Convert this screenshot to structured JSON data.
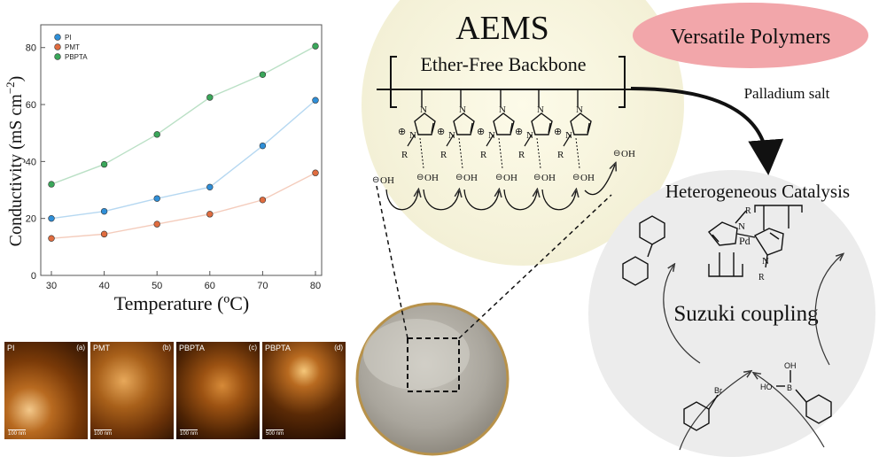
{
  "header": {
    "aems_title": "AEMS",
    "versatile_label": "Versatile Polymers",
    "backbone_label": "Ether-Free Backbone",
    "palladium_label": "Palladium salt",
    "catalysis_label": "Heterogeneous Catalysis",
    "suzuki_label": "Suzuki coupling"
  },
  "chem": {
    "n": "N",
    "r": "R",
    "oh": "OH",
    "pd": "Pd",
    "br": "Br",
    "b": "B",
    "ho": "HO",
    "plus": "⊕",
    "minus": "⊖"
  },
  "colors": {
    "pi": "#2f8fd8",
    "pmt": "#e06c3f",
    "pbpta": "#3aa75a",
    "versatile_fill": "#f2a6aa"
  },
  "chart_data": {
    "type": "line",
    "x": [
      30,
      40,
      50,
      60,
      70,
      80
    ],
    "series": [
      {
        "name": "PI",
        "values": [
          20,
          22.5,
          27,
          31,
          45.5,
          61.5
        ]
      },
      {
        "name": "PMT",
        "values": [
          13,
          14.5,
          18,
          21.5,
          26.5,
          36
        ]
      },
      {
        "name": "PBPTA",
        "values": [
          32,
          39,
          49.5,
          62.5,
          70.5,
          80.5
        ]
      }
    ],
    "xlabel": "Temperature (ºC)",
    "ylabel": "Conductivity (mS cm",
    "ylabel_exp": "−2",
    "ylabel_close": ")",
    "xlim": [
      30,
      80
    ],
    "ylim": [
      0,
      88
    ],
    "xticks": [
      "30",
      "40",
      "50",
      "60",
      "70",
      "80"
    ],
    "yticks": [
      "0",
      "20",
      "40",
      "60",
      "80"
    ],
    "legend_position": "top-left",
    "grid": false
  },
  "afm": [
    {
      "label": "PI",
      "letter": "(a)",
      "scale": "100 nm"
    },
    {
      "label": "PMT",
      "letter": "(b)",
      "scale": "100 nm"
    },
    {
      "label": "PBPTA",
      "letter": "(c)",
      "scale": "100 nm"
    },
    {
      "label": "PBPTA",
      "letter": "(d)",
      "scale": "500 nm"
    }
  ]
}
